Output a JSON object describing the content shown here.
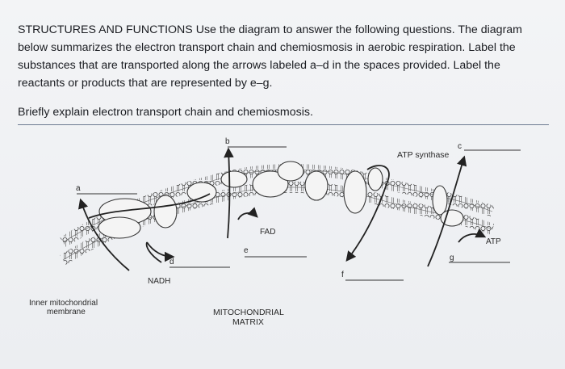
{
  "question": {
    "text": "STRUCTURES AND FUNCTIONS Use the diagram to answer the following questions. The diagram below summarizes the electron transport chain and chemiosmosis in aerobic respiration. Label the substances that are transported along the arrows labeled a–d in the spaces provided. Label the reactants or products that are represented by e–g.",
    "prompt": "Briefly explain electron transport chain and chemiosmosis."
  },
  "diagram": {
    "letters": {
      "a": "a",
      "b": "b",
      "c": "c",
      "d": "d",
      "e": "e",
      "f": "f",
      "g": "g"
    },
    "labels": {
      "atp_synthase": "ATP synthase",
      "fad": "FAD",
      "nadh": "NADH",
      "atp": "ATP",
      "membrane_line1": "Inner mitochondrial",
      "membrane_line2": "membrane",
      "matrix_line1": "MITOCHONDRIAL",
      "matrix_line2": "MATRIX"
    }
  }
}
